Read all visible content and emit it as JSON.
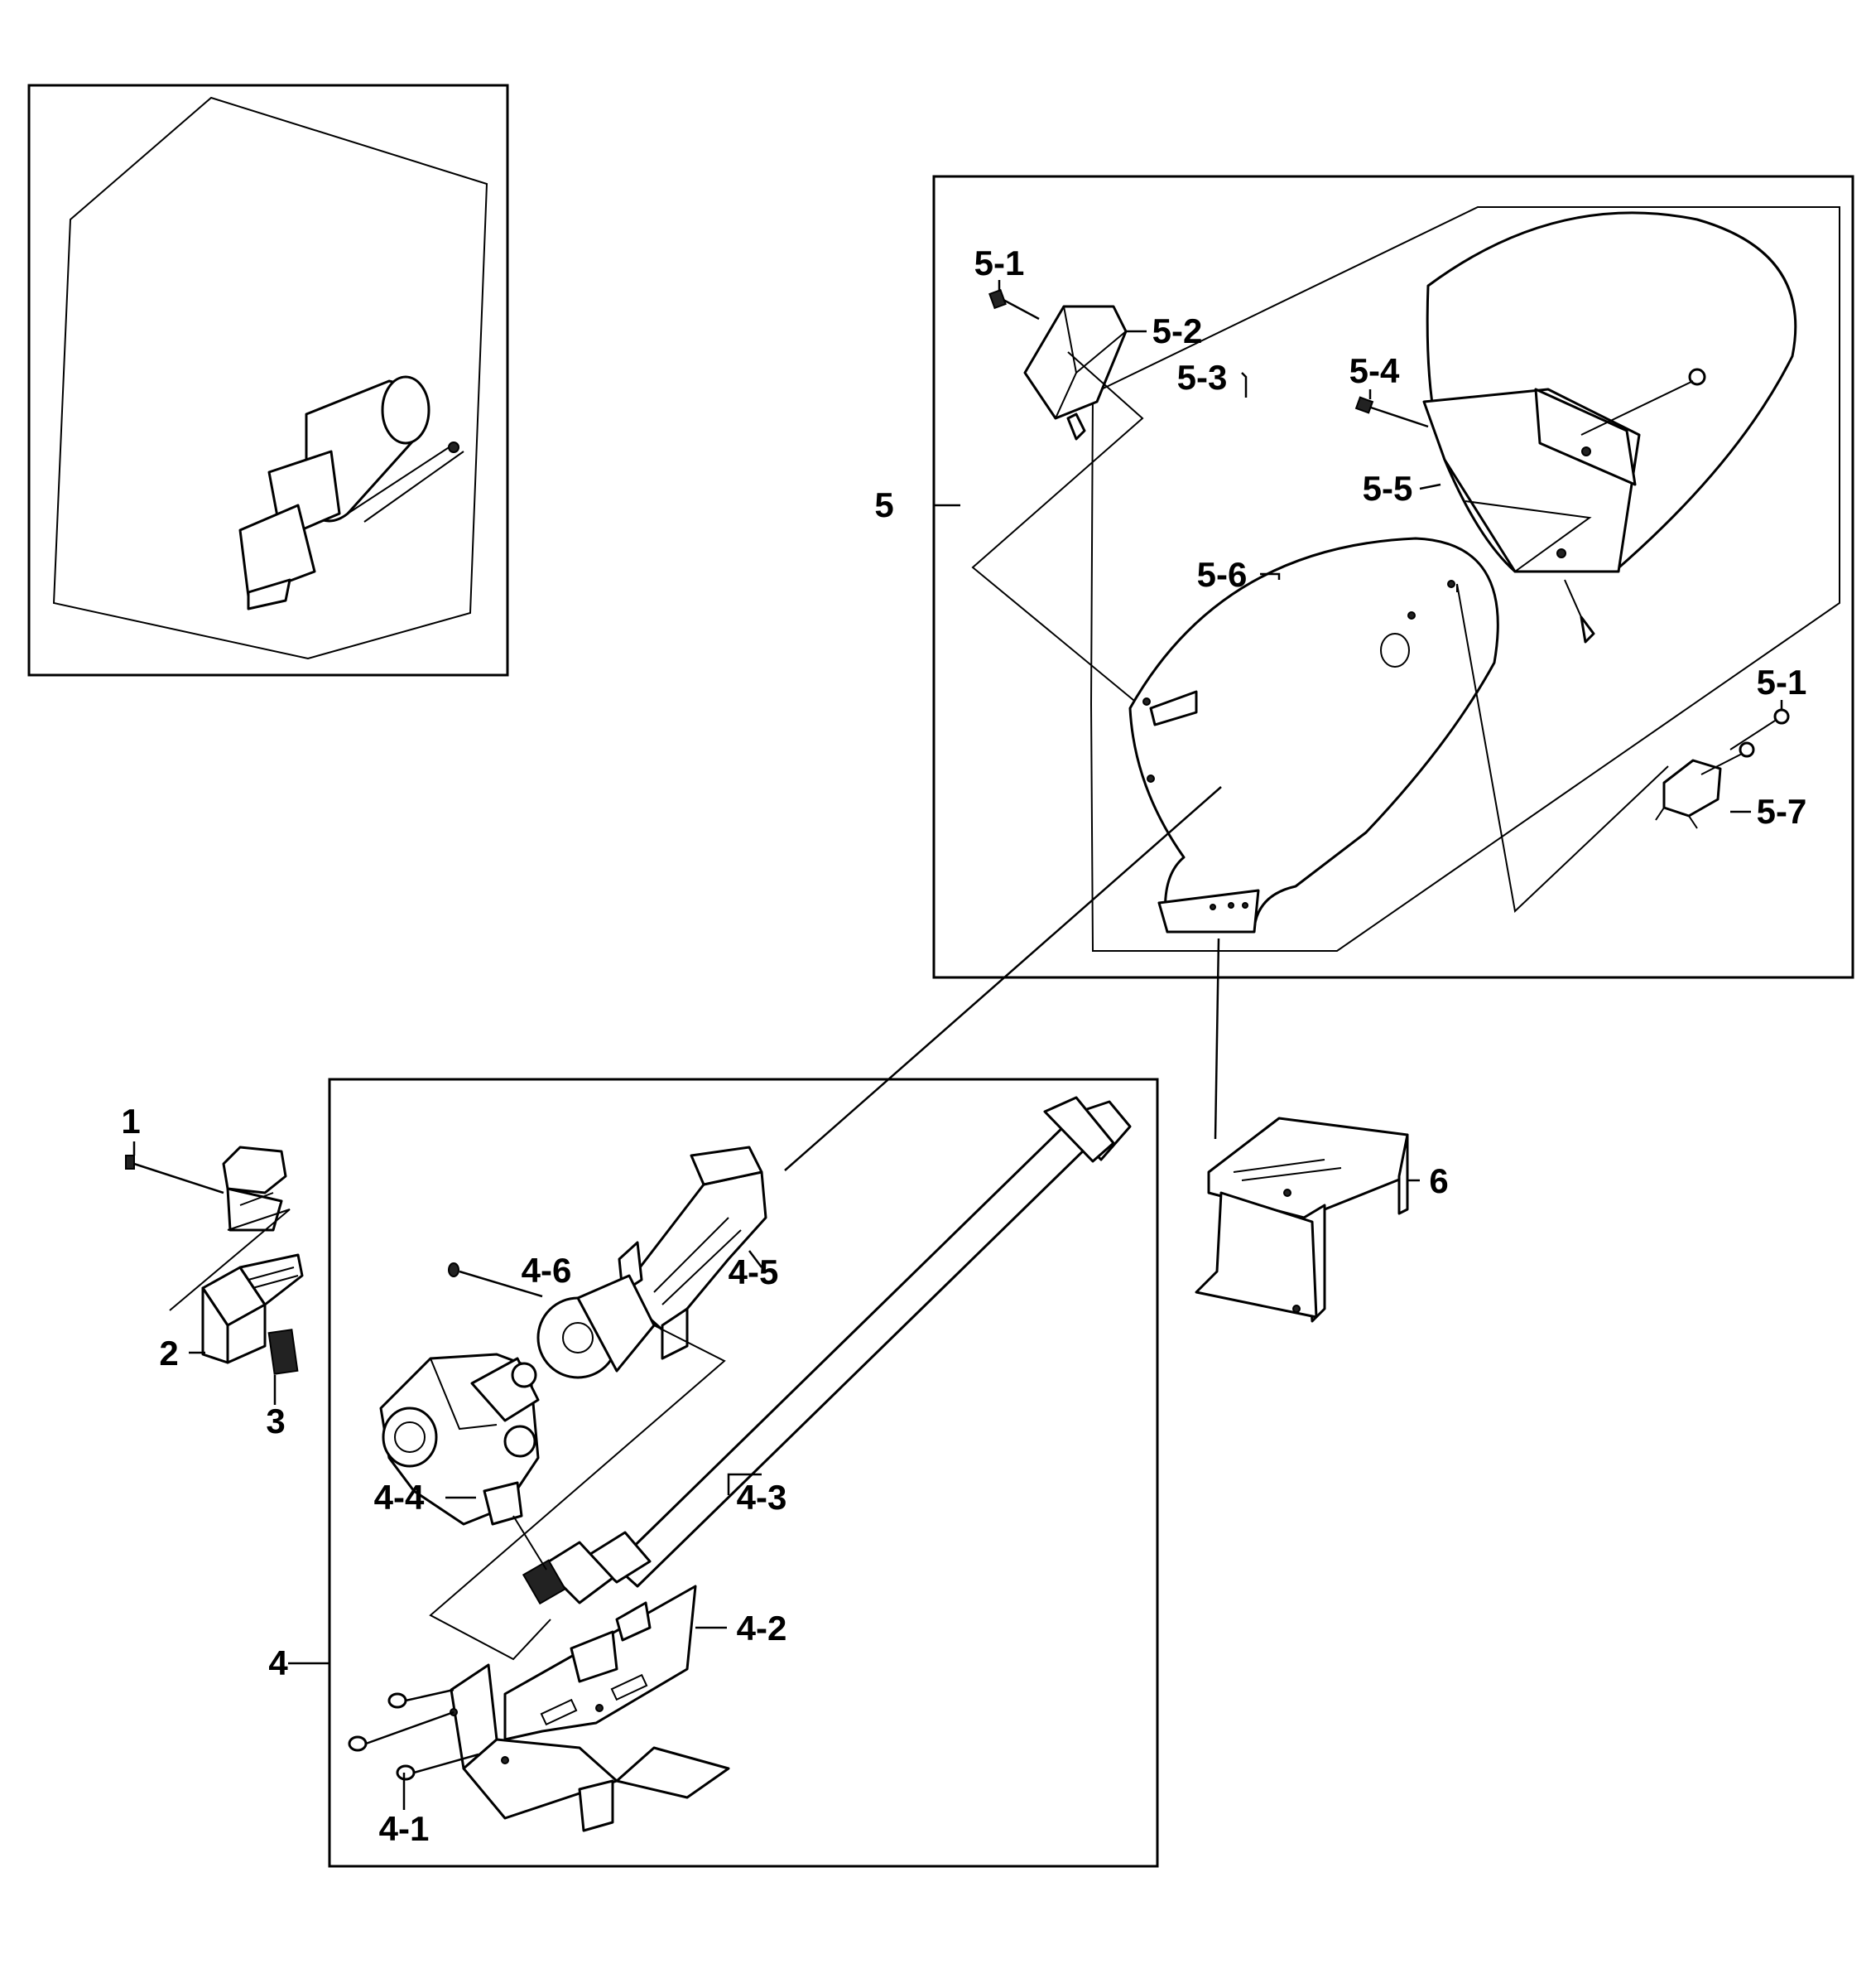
{
  "labels": {
    "l1": "1",
    "l2": "2",
    "l3": "3",
    "l4": "4",
    "l4_1": "4-1",
    "l4_2": "4-2",
    "l4_3": "4-3",
    "l4_4": "4-4",
    "l4_5": "4-5",
    "l4_6": "4-6",
    "l5": "5",
    "l5_1a": "5-1",
    "l5_1b": "5-1",
    "l5_2": "5-2",
    "l5_3": "5-3",
    "l5_4": "5-4",
    "l5_5": "5-5",
    "l5_6": "5-6",
    "l5_7": "5-7",
    "l6": "6"
  }
}
